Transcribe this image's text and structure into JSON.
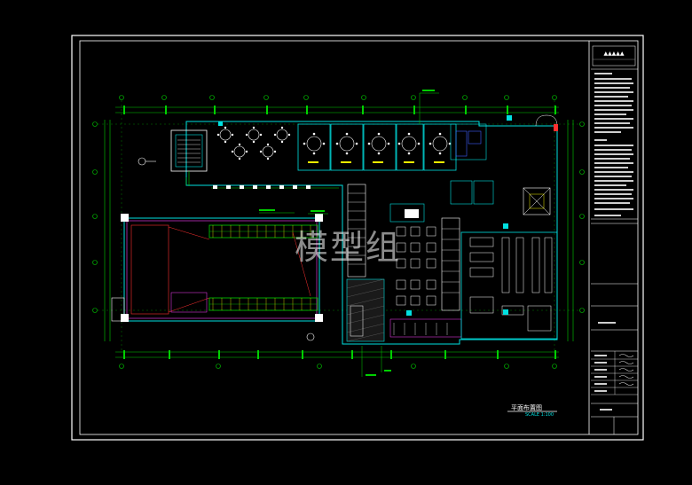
{
  "drawing": {
    "plan_title": "平面布置图",
    "scale_label": "SCALE 1:100",
    "watermark": "模型组"
  },
  "colors": {
    "background": "#000000",
    "frame": "#ffffff",
    "dimension": "#00d000",
    "wall": "#00e0e0",
    "furniture": "#ffffff",
    "accent_red": "#ff3030",
    "accent_magenta": "#ff40ff",
    "accent_blue": "#4060ff",
    "accent_yellow": "#f0f000"
  }
}
